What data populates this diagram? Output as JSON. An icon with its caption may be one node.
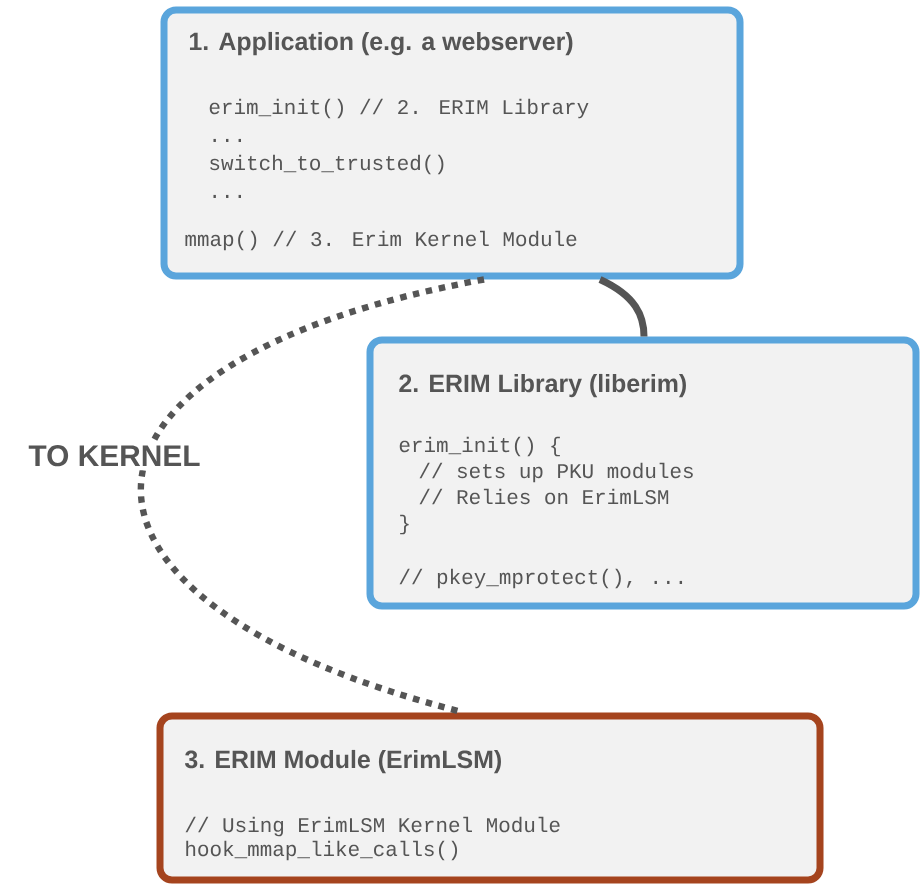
{
  "diagram": {
    "nodes": [
      {
        "text": [
          "1. Application (e.g. a webserver)",
          "erim_init() // 2. ERIM Library",
          "...",
          "switch_to_trusted()",
          "...",
          "mmap() // 3. Erim Kernel Module"
        ]
      },
      {
        "text": [
          "2. ERIM Library (liberim)",
          "erim_init() {",
          "// sets up PKU modules",
          "// Relies on ErimLSM",
          "}",
          "// pkey_mprotect(), ..."
        ]
      },
      {
        "text": [
          "3. ERIM Module (ErimLSM)",
          "// Using ErimLSM Kernel Module",
          "hook_mmap_like_calls()"
        ]
      }
    ],
    "edges": [
      {
        "from": 0,
        "to": 2,
        "arrow": "none",
        "label": "TO KERNEL",
        "style": "dashed"
      },
      {
        "from": 0,
        "to": 1,
        "arrow": "none"
      }
    ]
  }
}
